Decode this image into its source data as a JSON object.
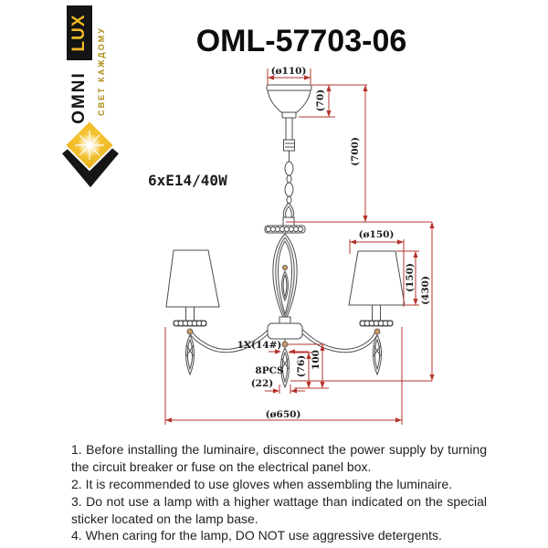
{
  "page": {
    "title": "OML-57703-06"
  },
  "logo": {
    "brand_word_top": "LUX",
    "brand_word_bottom": "OMNI",
    "tagline": "СВЕТ КАЖДОМУ",
    "colors": {
      "brand_yellow": "#F0B822",
      "brand_black": "#141414",
      "tagline_gold": "#AB8B15"
    }
  },
  "spec": {
    "lamps": "6xE14/40W"
  },
  "diagram": {
    "dimensions": {
      "canopy_diameter": "(ø110)",
      "canopy_height": "(70)",
      "suspension_length": "(700)",
      "shade_diameter": "(ø150)",
      "shade_height": "(150)",
      "body_height": "(430)",
      "stem_note": "1X(14#)",
      "drop_length": "(76)",
      "drop_total_length": "100",
      "pieces_note": "8PCS",
      "drop_width": "(22)",
      "total_diameter": "(ø650)"
    },
    "colors": {
      "dimension_red": "#B5342C",
      "drawing_gray": "#4D4D4D"
    }
  },
  "instructions": [
    "1. Before installing the luminaire, disconnect the power supply by turning the circuit breaker or fuse on the electrical panel box.",
    "2. It is recommended to use gloves when assembling the luminaire.",
    "3. Do not use a lamp with a higher wattage than indicated on the special sticker located on the lamp base.",
    "4. When caring for the lamp, DO NOT use aggressive detergents."
  ]
}
